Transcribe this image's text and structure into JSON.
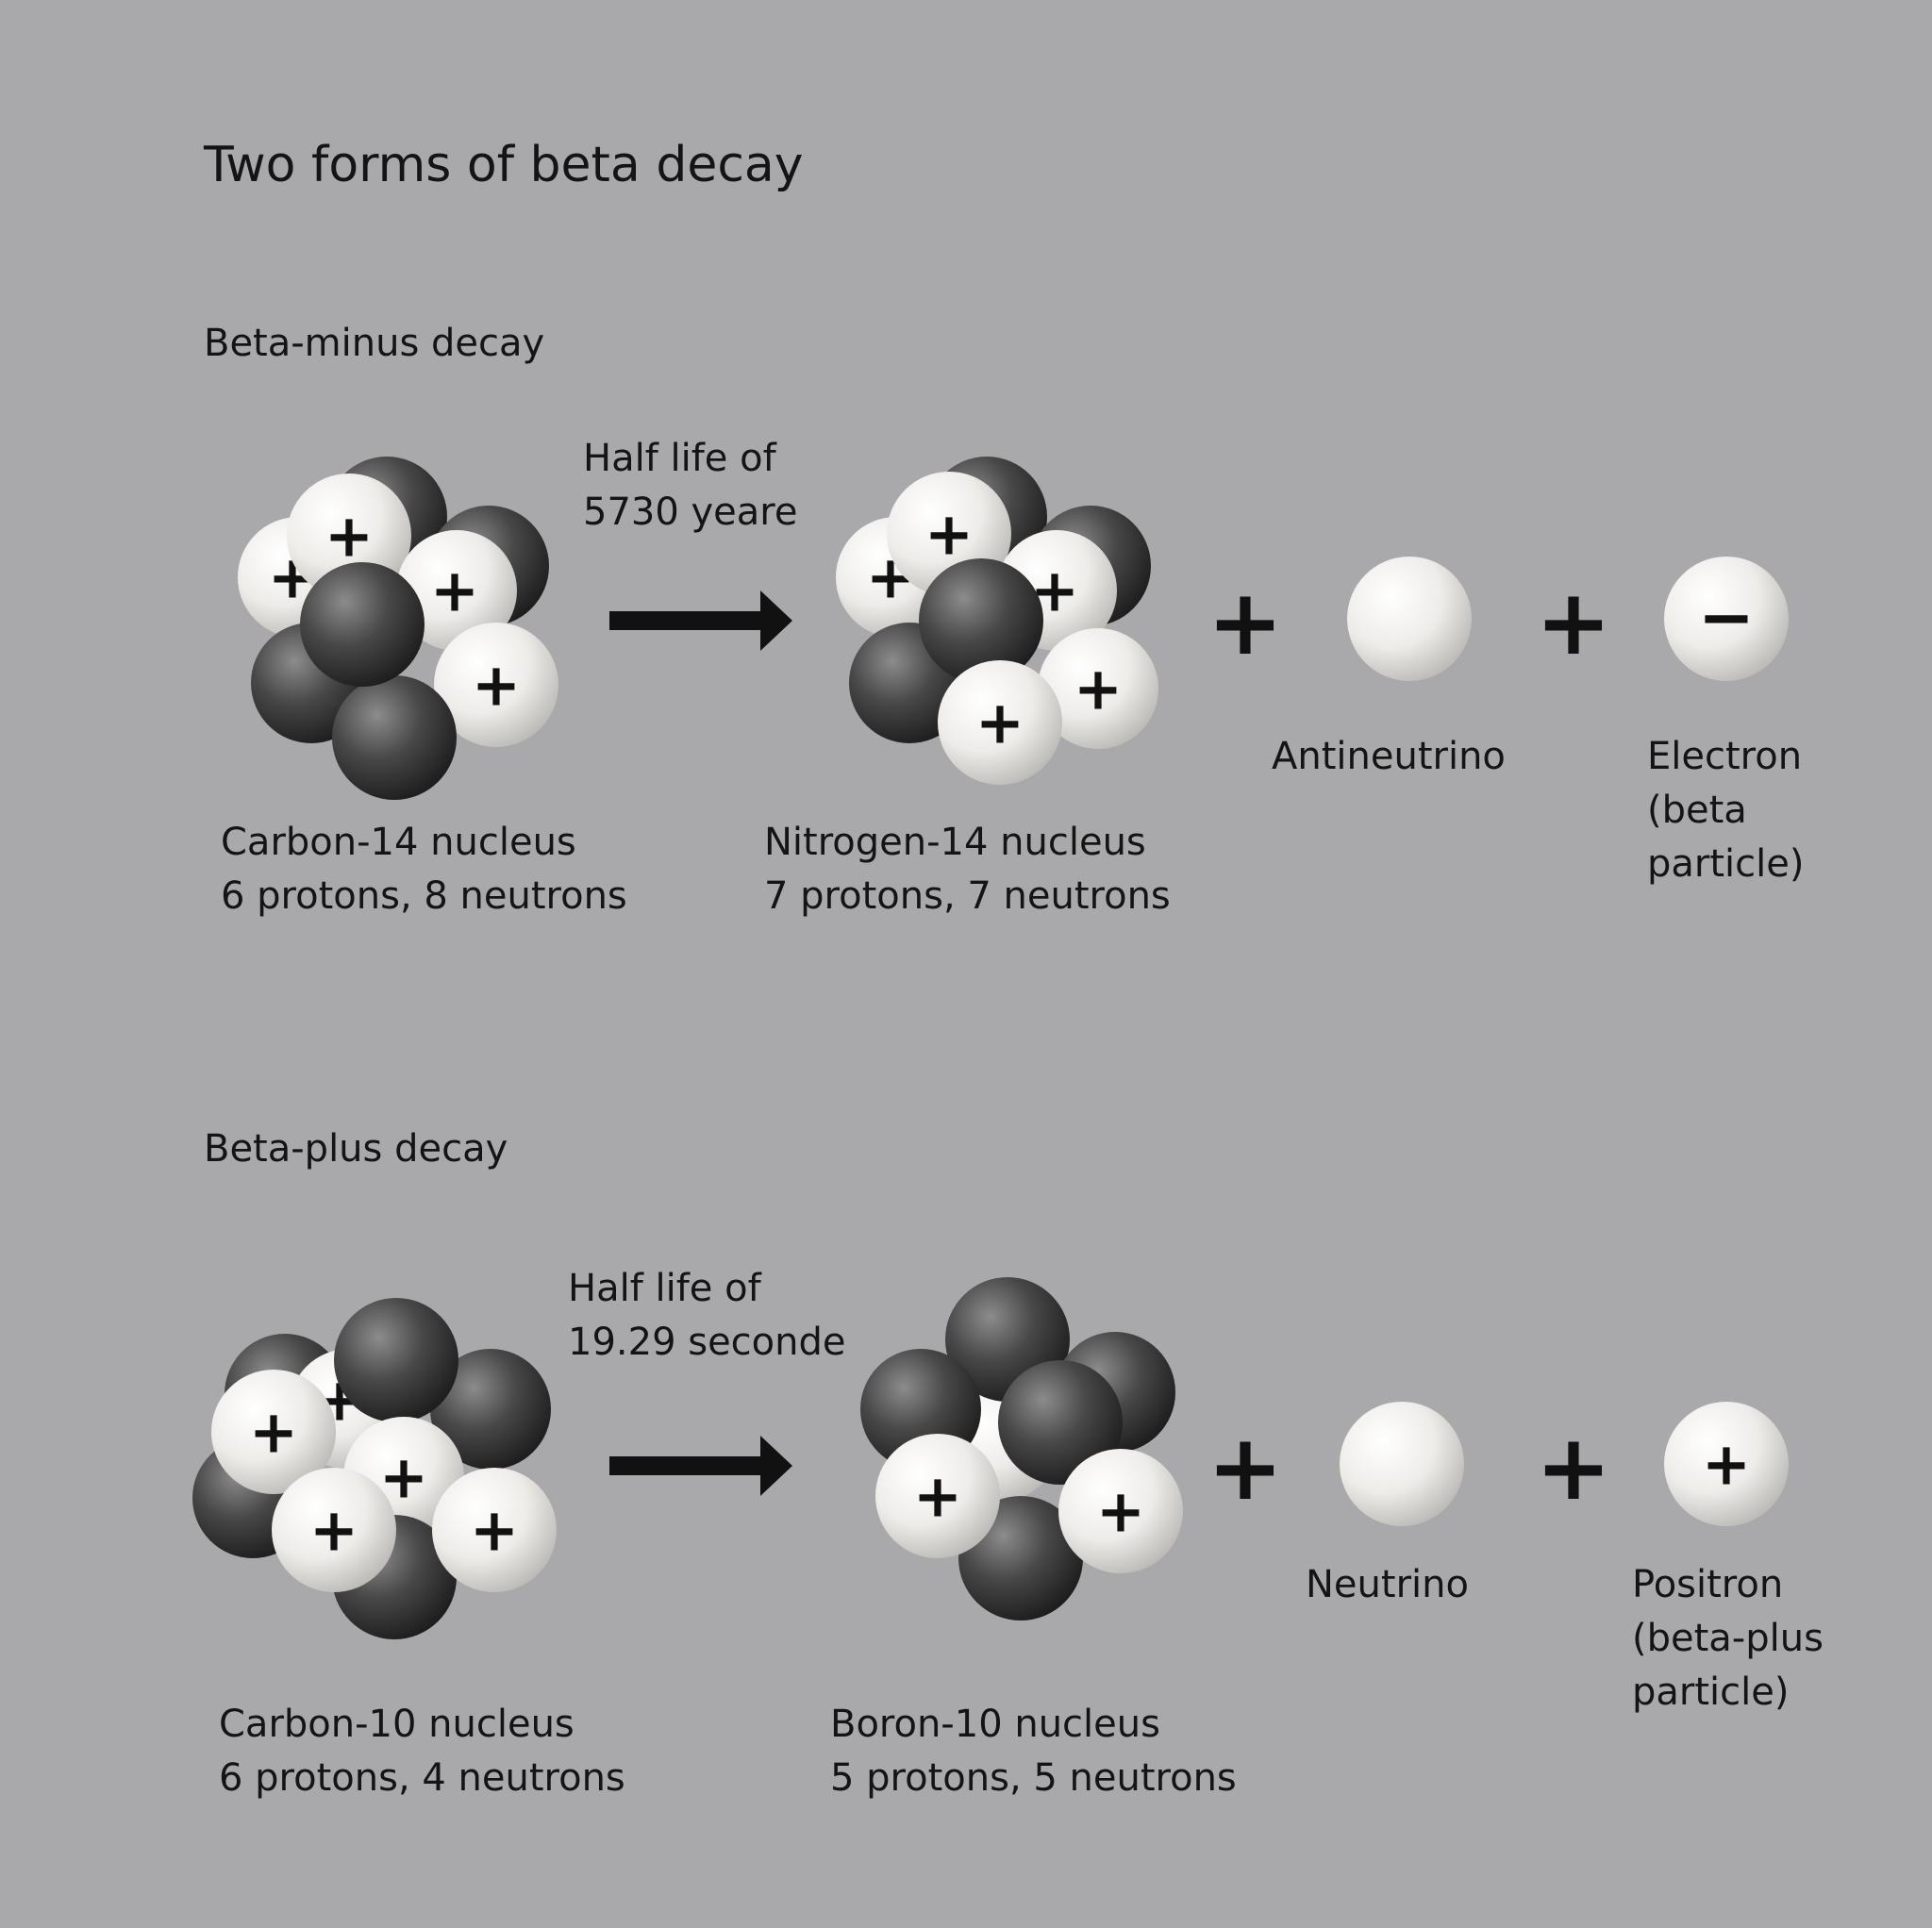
{
  "title": "Two forms of beta decay",
  "beta_minus": {
    "heading": "Beta-minus decay",
    "half_life": "Half life of\n5730 yeare",
    "parent": "Carbon-14 nucleus\n6 protons, 8 neutrons",
    "daughter": "Nitrogen-14 nucleus\n7 protons, 7 neutrons",
    "neutral_particle": "Antineutrino",
    "charged_particle": "Electron\n(beta\nparticle)",
    "plus_sign": "+",
    "minus_sign": "−"
  },
  "beta_plus": {
    "heading": "Beta-plus decay",
    "half_life": "Half life of\n19.29 seconde",
    "parent": "Carbon-10 nucleus\n6 protons, 4 neutrons",
    "daughter": "Boron-10 nucleus\n5 protons, 5 neutrons",
    "neutral_particle": "Neutrino",
    "charged_particle": "Positron\n(beta-plus\nparticle)",
    "plus_sign": "+"
  },
  "colors": {
    "background": "#a9a9ab",
    "proton": "#f2f0ee",
    "neutron": "#3a3a3a",
    "text": "#141414"
  }
}
